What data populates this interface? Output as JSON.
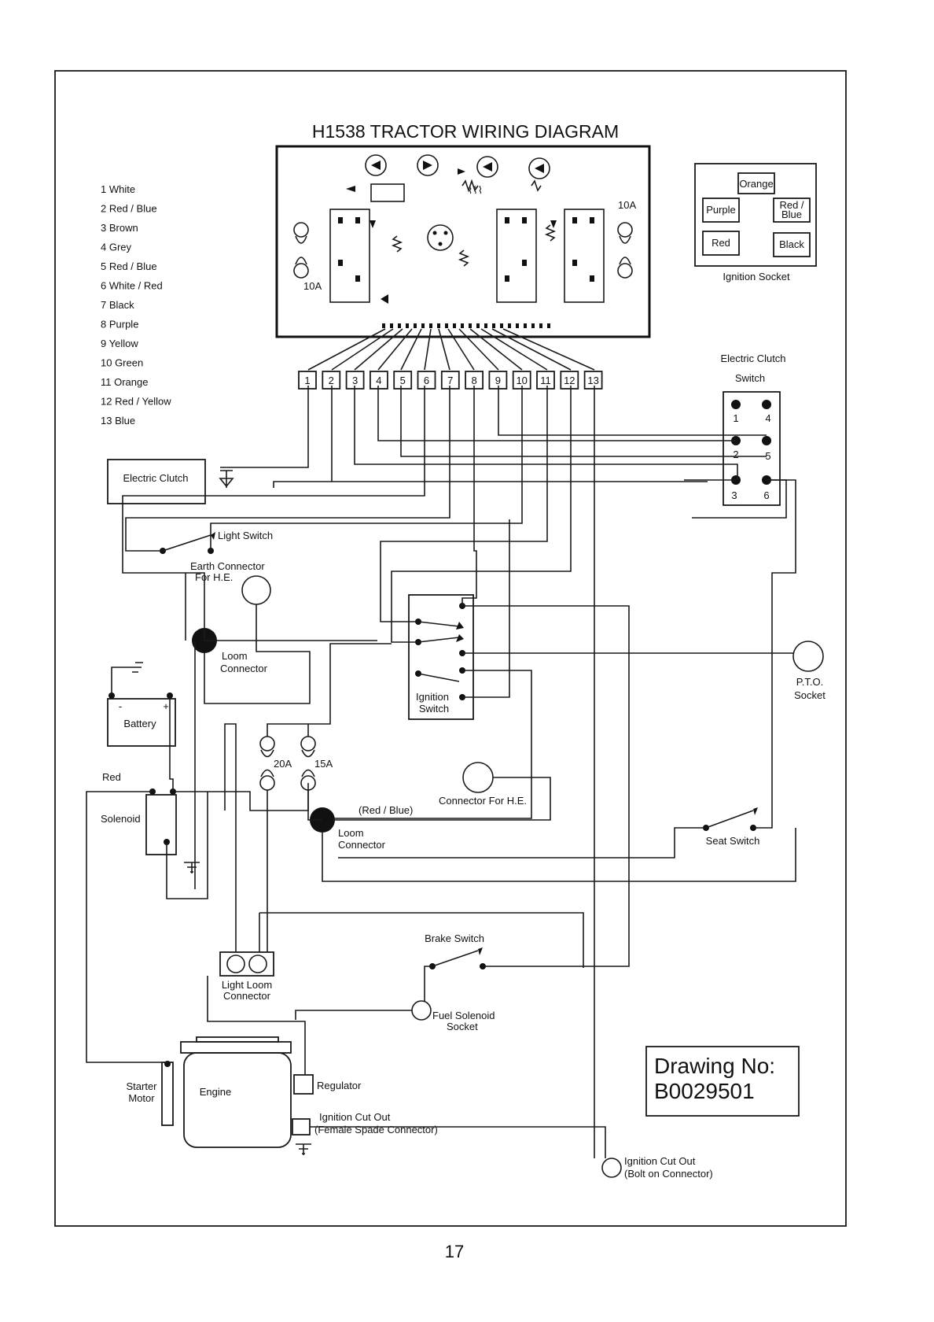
{
  "title": "H1538 TRACTOR WIRING DIAGRAM",
  "page_number": "17",
  "drawing": {
    "line1": "Drawing No:",
    "line2": "B0029501"
  },
  "legend": [
    "1  White",
    "2  Red / Blue",
    "3  Brown",
    "4  Grey",
    "5  Red / Blue",
    "6  White / Red",
    "7  Black",
    "8  Purple",
    "9  Yellow",
    "10 Green",
    "11 Orange",
    "12 Red / Yellow",
    "13 Blue"
  ],
  "connector_pins": [
    "1",
    "2",
    "3",
    "4",
    "5",
    "6",
    "7",
    "8",
    "9",
    "10",
    "11",
    "12",
    "13"
  ],
  "panel": {
    "fuse_left": "10A",
    "fuse_right": "10A"
  },
  "ignition_socket": {
    "label": "Ignition Socket",
    "orange": "Orange",
    "purple": "Purple",
    "red_blue_1": "Red /",
    "red_blue_2": "Blue",
    "red": "Red",
    "black": "Black"
  },
  "clutch_switch": {
    "label1": "Electric Clutch",
    "label2": "Switch",
    "pins": [
      "1",
      "4",
      "2",
      "5",
      "3",
      "6"
    ]
  },
  "labels": {
    "electric_clutch": "Electric Clutch",
    "light_switch": "Light Switch",
    "earth_connector_1": "Earth Connector",
    "earth_connector_2": "For H.E.",
    "loom_connector_1a": "Loom",
    "loom_connector_1b": "Connector",
    "ignition_switch_1": "Ignition",
    "ignition_switch_2": "Switch",
    "pto_1": "P.T.O.",
    "pto_2": "Socket",
    "battery": "Battery",
    "battery_minus": "-",
    "battery_plus": "+",
    "fuse_20a": "20A",
    "fuse_15a": "15A",
    "red": "Red",
    "solenoid": "Solenoid",
    "connector_he": "Connector For H.E.",
    "red_blue": "(Red / Blue)",
    "loom_connector_2a": "Loom",
    "loom_connector_2b": "Connector",
    "seat_switch": "Seat Switch",
    "brake_switch": "Brake Switch",
    "light_loom_1": "Light Loom",
    "light_loom_2": "Connector",
    "fuel_solenoid_1": "Fuel Solenoid",
    "fuel_solenoid_2": "Socket",
    "starter_1": "Starter",
    "starter_2": "Motor",
    "engine": "Engine",
    "regulator": "Regulator",
    "ignition_cutout_1": "Ignition Cut Out",
    "ignition_cutout_2": "(Female Spade Connector)",
    "ignition_cutout_bolt_1": "Ignition Cut Out",
    "ignition_cutout_bolt_2": "(Bolt on Connector)"
  }
}
